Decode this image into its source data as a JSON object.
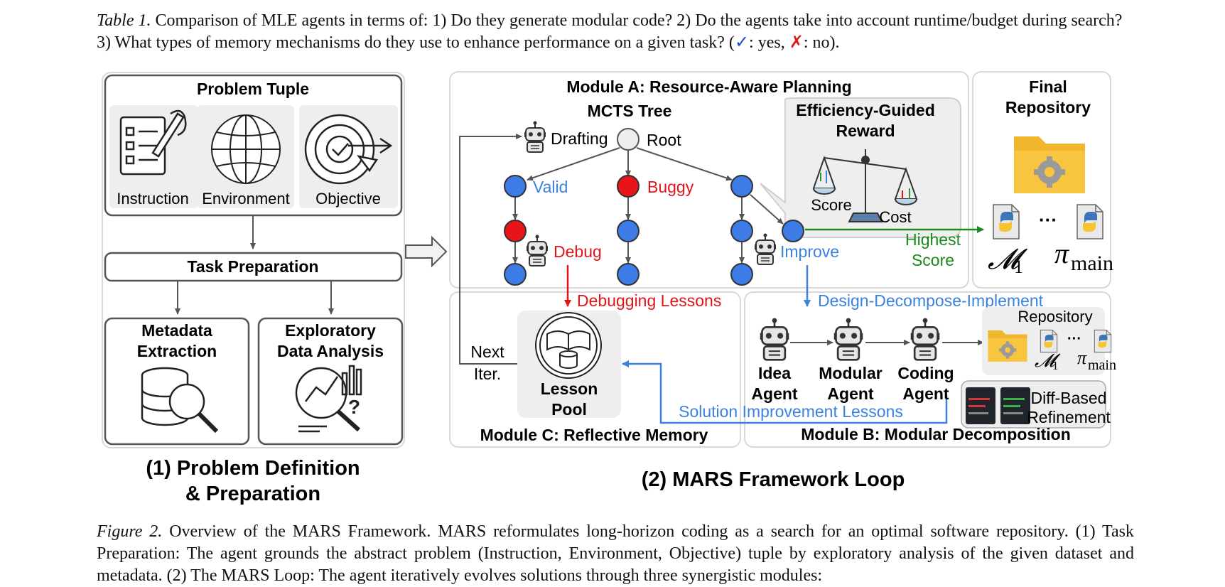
{
  "table_caption": {
    "label": "Table 1.",
    "text_1": "Comparison of MLE agents in terms of: 1) Do they generate modular code? 2) Do the agents take into account runtime/budget during search? 3) What types of memory mechanisms do they use to enhance performance on a given task? (",
    "yes_mark": "✓",
    "yes_text": ": yes, ",
    "no_mark": "✗",
    "no_text": ": no)."
  },
  "panel1": {
    "problem_tuple_title": "Problem Tuple",
    "instruction": "Instruction",
    "environment": "Environment",
    "objective": "Objective",
    "task_prep": "Task Preparation",
    "metadata_l1": "Metadata",
    "metadata_l2": "Extraction",
    "eda_l1": "Exploratory",
    "eda_l2": "Data Analysis",
    "title_l1": "(1) Problem Definition",
    "title_l2": "& Preparation"
  },
  "moduleA": {
    "title": "Module A: Resource-Aware Planning",
    "mcts": "MCTS Tree",
    "drafting": "Drafting",
    "root": "Root",
    "valid": "Valid",
    "buggy": "Buggy",
    "debug": "Debug",
    "improve": "Improve",
    "reward_l1": "Efficiency-Guided",
    "reward_l2": "Reward",
    "score": "Score",
    "cost": "Cost",
    "highest_l1": "Highest",
    "highest_l2": "Score"
  },
  "final_repo": {
    "title_l1": "Final",
    "title_l2": "Repository",
    "ellipsis": "···",
    "m1": "𝓜",
    "m1_sub": "1",
    "pi": "π",
    "pi_sub": "main"
  },
  "moduleC": {
    "title": "Module C: Reflective Memory",
    "debugging_lessons": "Debugging Lessons",
    "next_l1": "Next",
    "next_l2": "Iter.",
    "pool_l1": "Lesson",
    "pool_l2": "Pool",
    "solution_lessons": "Solution Improvement Lessons"
  },
  "moduleB": {
    "title": "Module B: Modular Decomposition",
    "ddi": "Design-Decompose-Implement",
    "idea_l1": "Idea",
    "idea_l2": "Agent",
    "modular_l1": "Modular",
    "modular_l2": "Agent",
    "coding_l1": "Coding",
    "coding_l2": "Agent",
    "repository": "Repository",
    "diff_l1": "Diff-Based",
    "diff_l2": "Refinement"
  },
  "panel2_title": "(2) MARS Framework Loop",
  "figure_caption": {
    "label": "Figure 2.",
    "text": "Overview of the MARS Framework. MARS reformulates long-horizon coding as a search for an optimal software repository. (1) Task Preparation: The agent grounds the abstract problem (Instruction, Environment, Objective) tuple by exploratory analysis of the given dataset and metadata. (2) The MARS Loop: The agent iteratively evolves solutions through three synergistic modules:"
  },
  "colors": {
    "blue_node": "#3d7be6",
    "red_node": "#e8141a",
    "label_blue": "#3b82e0",
    "label_red": "#e0151a",
    "green": "#1a8a1a",
    "panel_border": "#d9d9d9",
    "box_fill": "#eeeeee",
    "folder_yellow": "#f7c53f"
  }
}
